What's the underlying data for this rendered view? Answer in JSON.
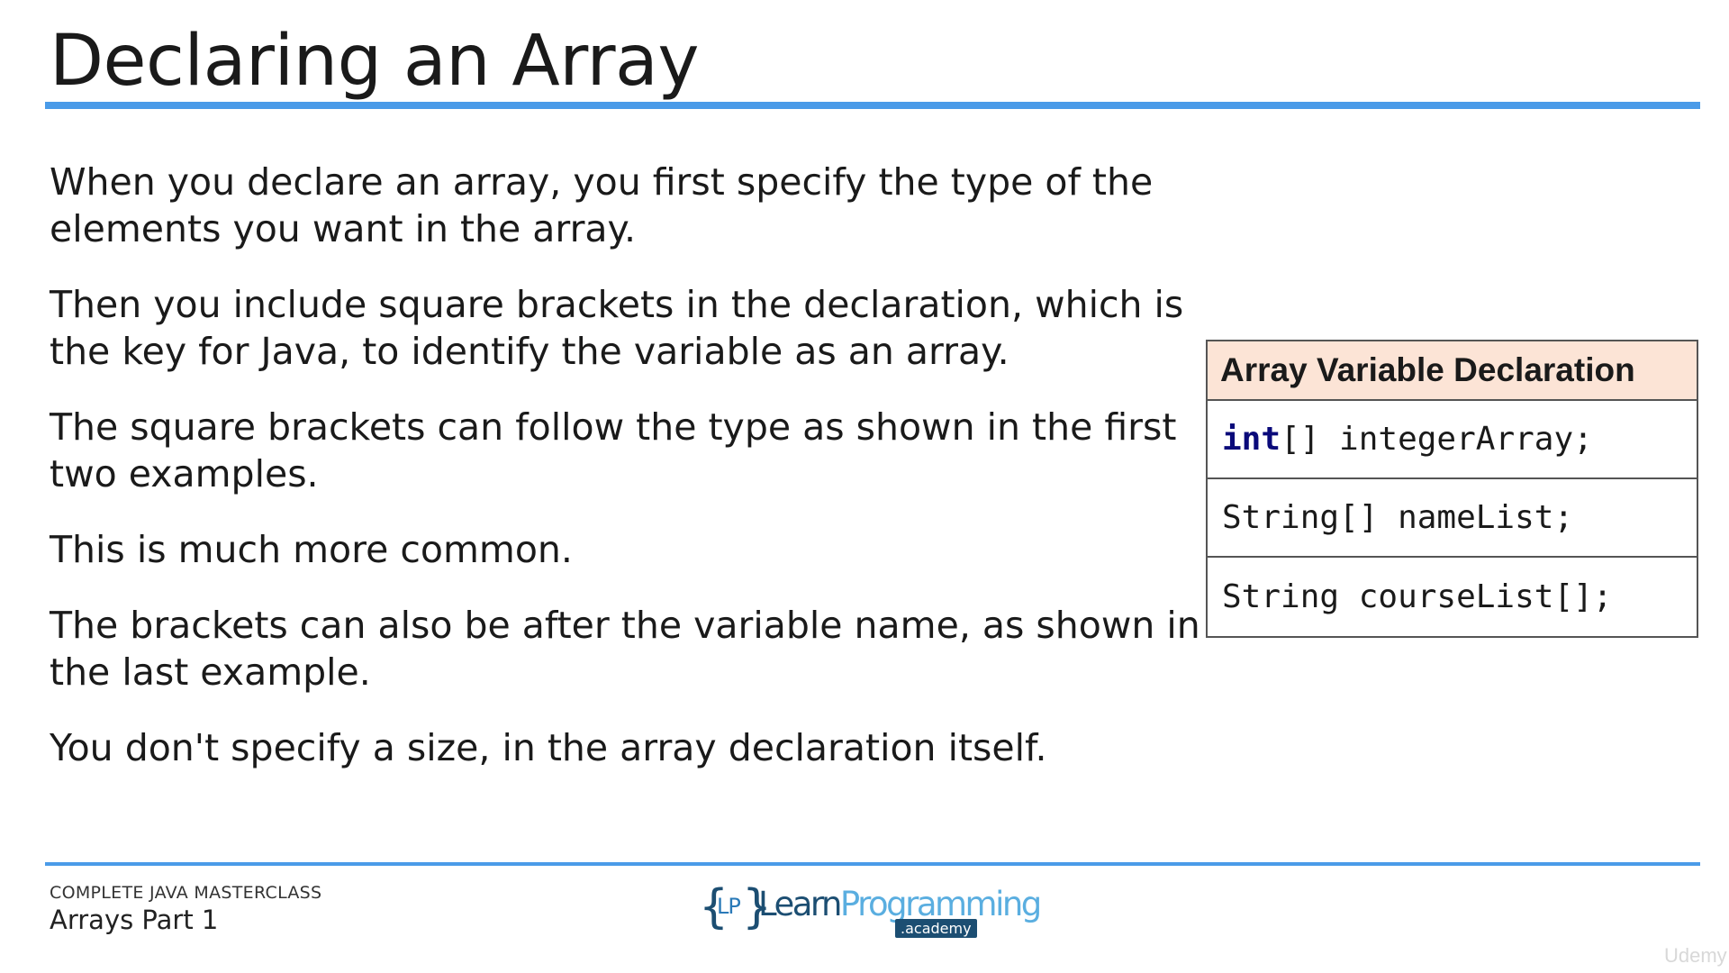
{
  "slide": {
    "title": "Declaring an Array",
    "paragraphs": [
      {
        "lines": [
          "When you declare an array, you first specify the type of the",
          "elements you want in the array."
        ]
      },
      {
        "lines": [
          "Then you include square brackets in the declaration, which is",
          "the key for Java, to identify the variable as an array."
        ]
      },
      {
        "lines": [
          "The square brackets can follow the type as shown in the first",
          "two examples."
        ]
      },
      {
        "lines": [
          "This is much more common."
        ]
      },
      {
        "lines": [
          "The brackets can also be after the variable name, as shown in",
          "the last example."
        ]
      },
      {
        "lines": [
          "You don't specify a size, in the array declaration itself."
        ]
      }
    ]
  },
  "table": {
    "header": "Array Variable Declaration",
    "rows": [
      {
        "keyword": "int",
        "code": "[] integerArray;"
      },
      {
        "keyword": "",
        "code": "String[] nameList;"
      },
      {
        "keyword": "",
        "code": "String courseList[];"
      }
    ]
  },
  "footer": {
    "course": "COMPLETE JAVA MASTERCLASS",
    "lecture": "Arrays Part 1",
    "logo": {
      "brace_open": "{",
      "initials": "LP",
      "brace_close": "}",
      "learn": "Learn",
      "programming": "Programming",
      "academy": ".academy"
    }
  },
  "watermark": "Udemy",
  "colors": {
    "accent_rule": "#4a9be8",
    "table_header_bg": "#fce4d6",
    "keyword": "#0a0a7a"
  }
}
